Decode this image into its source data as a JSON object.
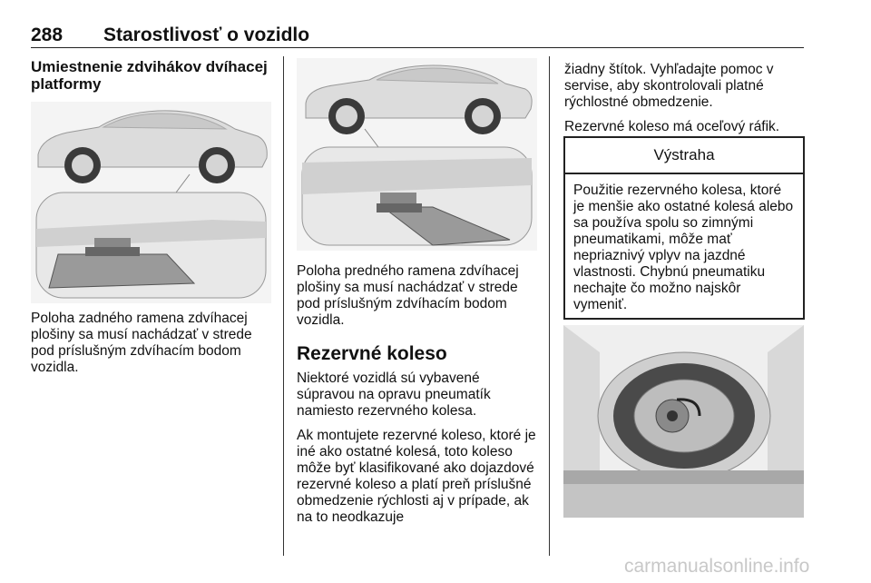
{
  "header": {
    "page_number": "288",
    "title": "Starostlivosť o vozidlo"
  },
  "col1": {
    "heading": "Umiestnenie zdvihákov dvíhacej platformy",
    "caption": "Poloha zadného ramena zdvíhacej plošiny sa musí nachádzať v strede pod príslušným zdvíhacím bodom vozidla."
  },
  "col2": {
    "caption": "Poloha predného ramena zdvíhacej plošiny sa musí nachádzať v strede pod príslušným zdvíhacím bodom vozidla.",
    "section_title": "Rezervné koleso",
    "para1": "Niektoré vozidlá sú vybavené súpravou na opravu pneumatík namiesto rezervného kolesa.",
    "para2": "Ak montujete rezervné koleso, ktoré je iné ako ostatné kolesá, toto koleso môže byť klasifikované ako dojazdové rezervné koleso a platí preň príslušné obmedzenie rýchlosti aj v prípade, ak na to neodkazuje"
  },
  "col3": {
    "para1": "žiadny štítok. Vyhľadajte pomoc v servise, aby skontrolovali platné rýchlostné obmedzenie.",
    "para2": "Rezervné koleso má oceľový ráfik.",
    "warning_title": "Výstraha",
    "warning_text": "Použitie rezervného kolesa, ktoré je menšie ako ostatné kolesá alebo sa používa spolu so zimnými pneumatikami, môže mať nepriaznivý vplyv na jazdné vlastnosti. Chybnú pneumatiku nechajte čo možno najskôr vymeniť."
  },
  "watermark": "carmanualsonline.info"
}
